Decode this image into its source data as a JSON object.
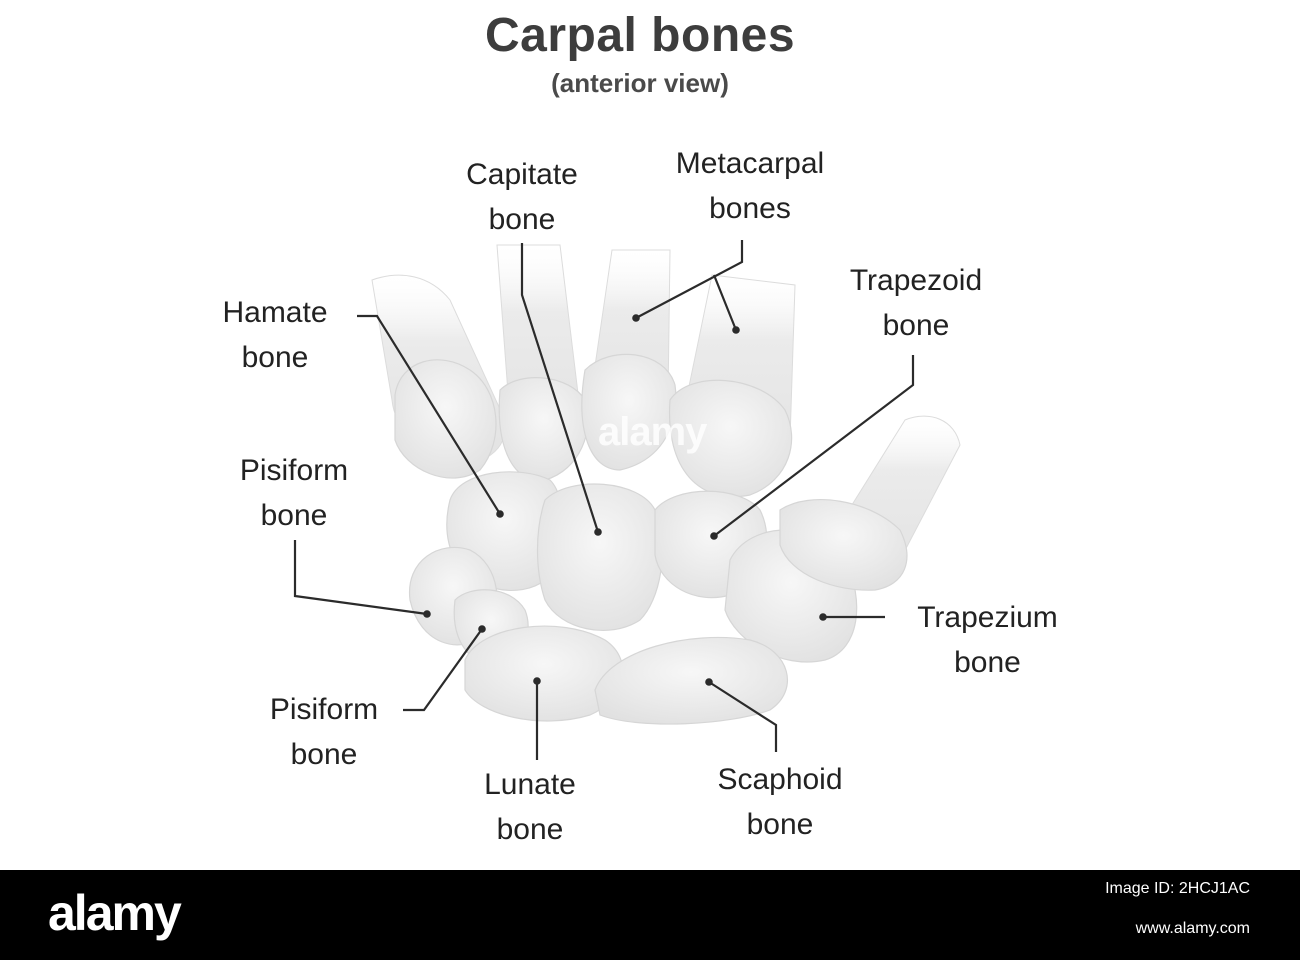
{
  "header": {
    "title": "Carpal bones",
    "subtitle": "(anterior view)"
  },
  "labels": {
    "capitate": [
      "Capitate",
      "bone"
    ],
    "metacarpal": [
      "Metacarpal",
      "bones"
    ],
    "trapezoid": [
      "Trapezoid",
      "bone"
    ],
    "hamate": [
      "Hamate",
      "bone"
    ],
    "pisiform_upper": [
      "Pisiform",
      "bone"
    ],
    "trapezium": [
      "Trapezium",
      "bone"
    ],
    "pisiform_lower": [
      "Pisiform",
      "bone"
    ],
    "lunate": [
      "Lunate",
      "bone"
    ],
    "scaphoid": [
      "Scaphoid",
      "bone"
    ]
  },
  "watermark": "alamy",
  "footer": {
    "logo": "alamy",
    "image_id": "Image ID: 2HCJ1AC",
    "url": "www.alamy.com"
  },
  "colors": {
    "bone_fill": "#e9e9e9",
    "bone_highlight": "#f6f6f6",
    "leader_line": "#2b2b2b",
    "title": "#3d3d3d",
    "footer_bg": "#000000"
  }
}
